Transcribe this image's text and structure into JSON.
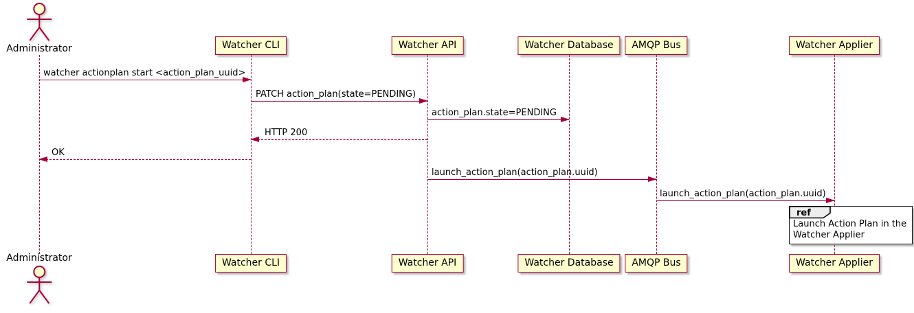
{
  "diagram": {
    "type": "uml-sequence",
    "actor": {
      "name": "Administrator"
    },
    "participants": [
      {
        "name": "Watcher CLI"
      },
      {
        "name": "Watcher API"
      },
      {
        "name": "Watcher Database"
      },
      {
        "name": "AMQP Bus"
      },
      {
        "name": "Watcher Applier"
      }
    ],
    "messages": [
      {
        "from": "Administrator",
        "to": "Watcher CLI",
        "kind": "call",
        "label": "watcher actionplan start <action_plan_uuid>"
      },
      {
        "from": "Watcher CLI",
        "to": "Watcher API",
        "kind": "call",
        "label": "PATCH action_plan(state=PENDING)"
      },
      {
        "from": "Watcher API",
        "to": "Watcher Database",
        "kind": "call",
        "label": "action_plan.state=PENDING"
      },
      {
        "from": "Watcher API",
        "to": "Watcher CLI",
        "kind": "return",
        "label": "HTTP 200"
      },
      {
        "from": "Watcher CLI",
        "to": "Administrator",
        "kind": "return",
        "label": "OK"
      },
      {
        "from": "Watcher API",
        "to": "AMQP Bus",
        "kind": "call",
        "label": "launch_action_plan(action_plan.uuid)"
      },
      {
        "from": "AMQP Bus",
        "to": "Watcher Applier",
        "kind": "call",
        "label": "launch_action_plan(action_plan.uuid)"
      }
    ],
    "ref_fragment": {
      "keyword": "ref",
      "text": "Launch Action Plan in the Watcher Applier"
    },
    "colors": {
      "participant_fill": "#FEFECE",
      "stroke": "#A80036",
      "text": "#000000",
      "ref_header_fill": "#EEEEEE",
      "ref_border": "#000000",
      "background": "#FFFFFF"
    }
  }
}
